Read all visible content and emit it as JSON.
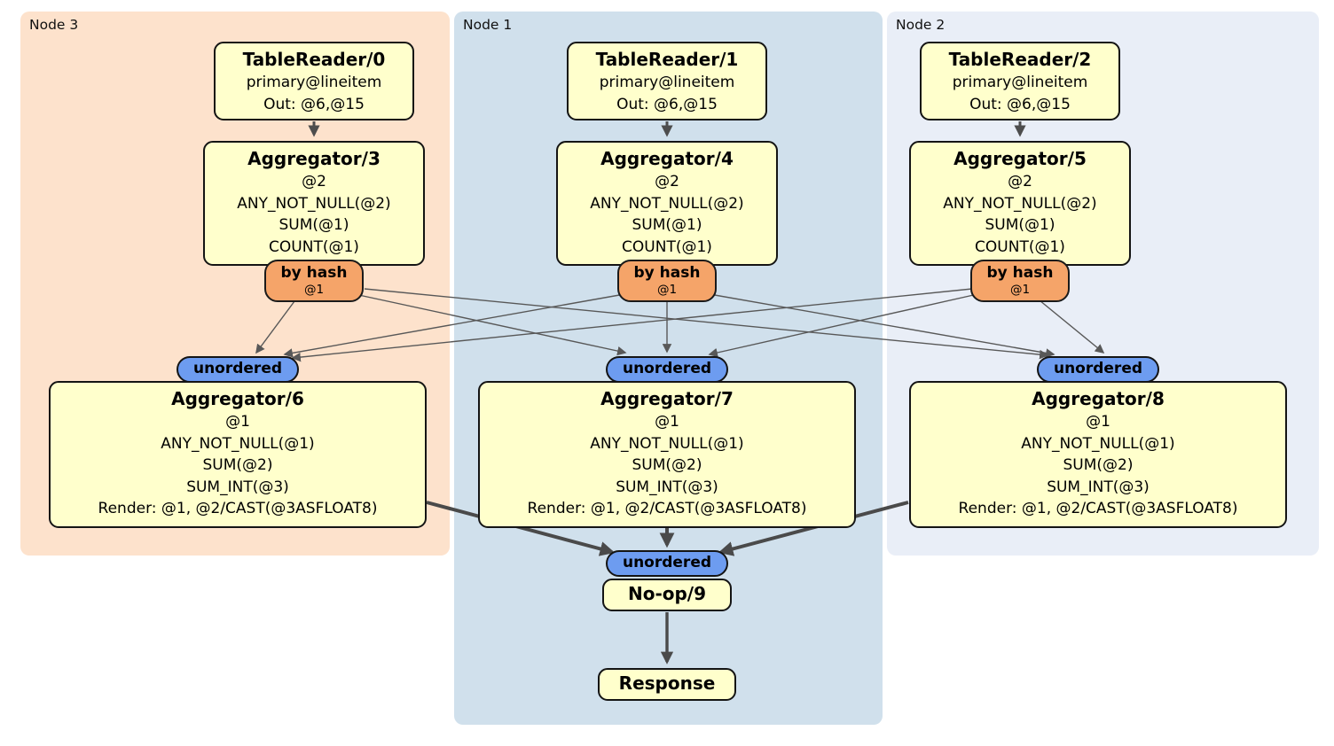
{
  "diagram": {
    "nodes": {
      "node3": {
        "label": "Node 3"
      },
      "node1": {
        "label": "Node 1"
      },
      "node2": {
        "label": "Node 2"
      }
    },
    "tablereaders": [
      {
        "title": "TableReader/0",
        "index": "primary@lineitem",
        "out": "Out: @6,@15"
      },
      {
        "title": "TableReader/1",
        "index": "primary@lineitem",
        "out": "Out: @6,@15"
      },
      {
        "title": "TableReader/2",
        "index": "primary@lineitem",
        "out": "Out: @6,@15"
      }
    ],
    "top_aggregators": [
      {
        "title": "Aggregator/3",
        "lines": [
          "@2",
          "ANY_NOT_NULL(@2)",
          "SUM(@1)",
          "COUNT(@1)"
        ]
      },
      {
        "title": "Aggregator/4",
        "lines": [
          "@2",
          "ANY_NOT_NULL(@2)",
          "SUM(@1)",
          "COUNT(@1)"
        ]
      },
      {
        "title": "Aggregator/5",
        "lines": [
          "@2",
          "ANY_NOT_NULL(@2)",
          "SUM(@1)",
          "COUNT(@1)"
        ]
      }
    ],
    "routers": [
      {
        "label": "by hash",
        "detail": "@1"
      },
      {
        "label": "by hash",
        "detail": "@1"
      },
      {
        "label": "by hash",
        "detail": "@1"
      }
    ],
    "syncs": [
      {
        "label": "unordered"
      },
      {
        "label": "unordered"
      },
      {
        "label": "unordered"
      },
      {
        "label": "unordered"
      }
    ],
    "bottom_aggregators": [
      {
        "title": "Aggregator/6",
        "lines": [
          "@1",
          "ANY_NOT_NULL(@1)",
          "SUM(@2)",
          "SUM_INT(@3)",
          "Render: @1, @2/CAST(@3ASFLOAT8)"
        ]
      },
      {
        "title": "Aggregator/7",
        "lines": [
          "@1",
          "ANY_NOT_NULL(@1)",
          "SUM(@2)",
          "SUM_INT(@3)",
          "Render: @1, @2/CAST(@3ASFLOAT8)"
        ]
      },
      {
        "title": "Aggregator/8",
        "lines": [
          "@1",
          "ANY_NOT_NULL(@1)",
          "SUM(@2)",
          "SUM_INT(@3)",
          "Render: @1, @2/CAST(@3ASFLOAT8)"
        ]
      }
    ],
    "noop": {
      "title": "No-op/9"
    },
    "response": {
      "title": "Response"
    }
  },
  "colors": {
    "node3_bg": "#fde2cc",
    "node1_bg": "#d0e0ec",
    "node2_bg": "#e9eef7",
    "processor_bg": "#ffffcc",
    "router_bg": "#f5a469",
    "sync_bg": "#6d9cf0",
    "edge": "#4d4d4d",
    "border": "#141414"
  }
}
